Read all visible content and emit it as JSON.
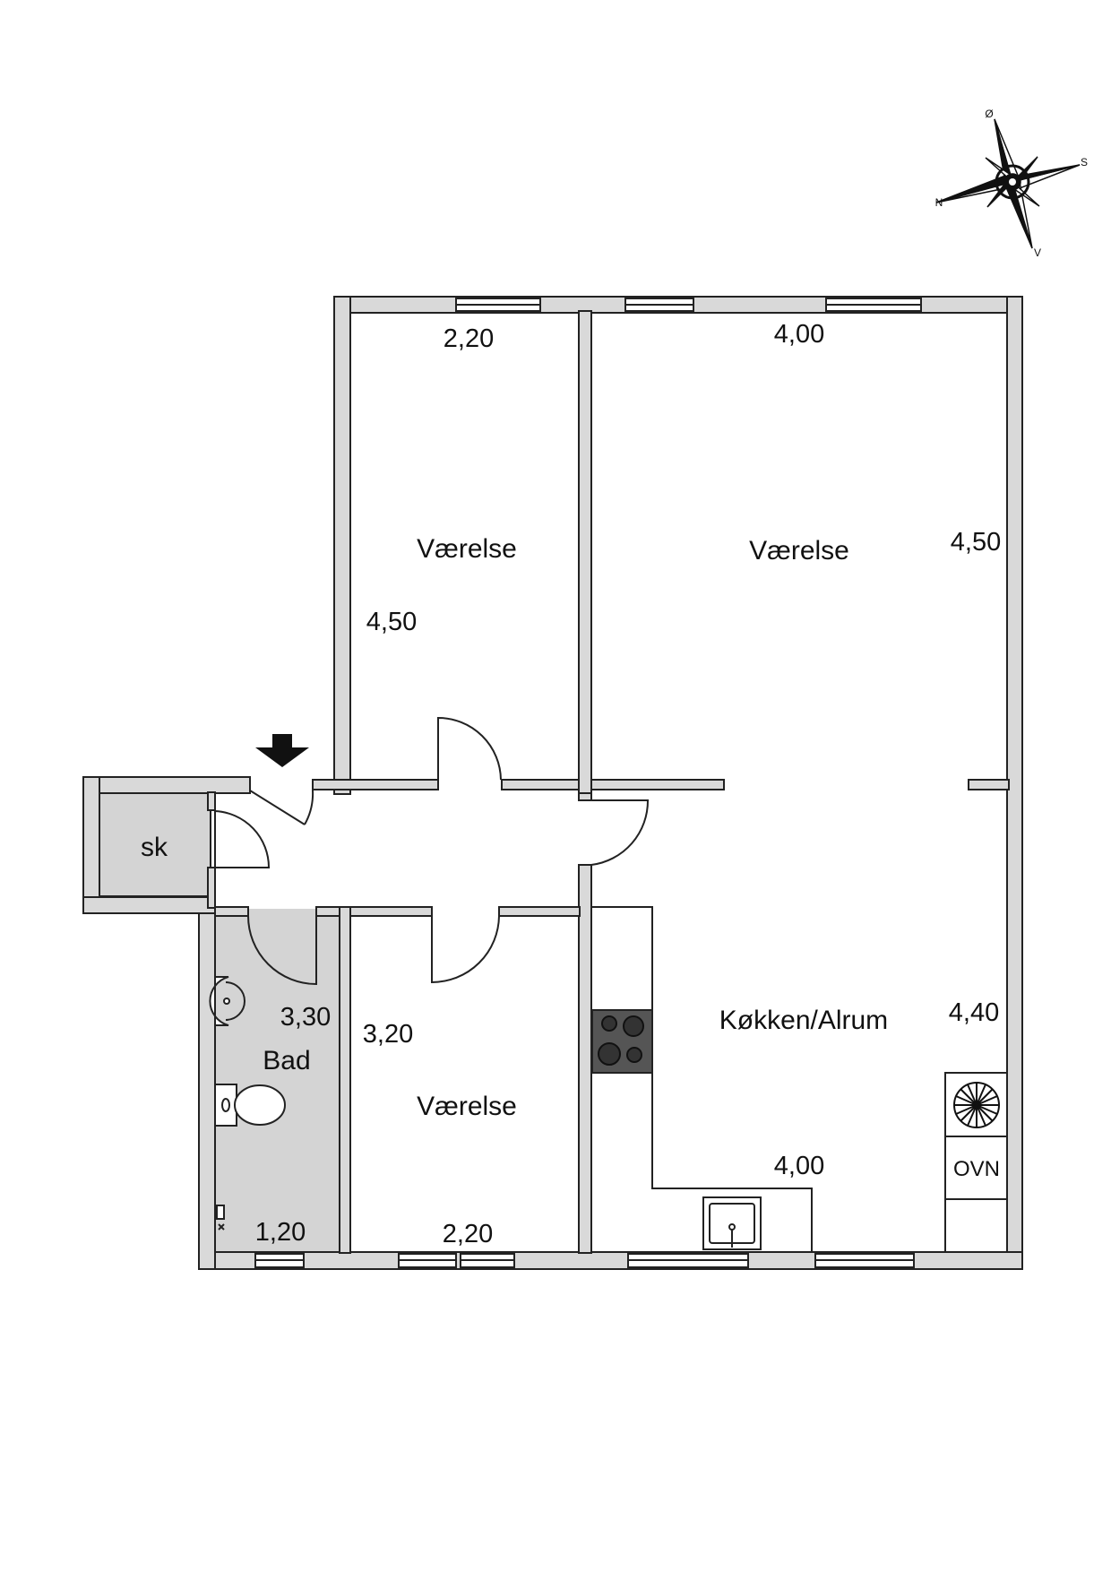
{
  "compass": {
    "north": "N",
    "south": "S",
    "east": "Ø",
    "west": "V"
  },
  "rooms": {
    "bedroom_top_left": "Værelse",
    "bedroom_top_right": "Værelse",
    "bedroom_bottom": "Værelse",
    "kitchen": "Køkken/Alrum",
    "bathroom": "Bad",
    "closet": "sk"
  },
  "dimensions": {
    "bedroom_top_left_width": "2,20",
    "bedroom_top_left_depth": "4,50",
    "bedroom_top_right_width": "4,00",
    "bedroom_top_right_depth": "4,50",
    "bathroom_depth": "3,30",
    "bathroom_width": "1,20",
    "bedroom_bottom_depth": "3,20",
    "bedroom_bottom_width": "2,20",
    "kitchen_depth": "4,40",
    "kitchen_width": "4,00"
  },
  "appliances": {
    "oven": "OVN"
  },
  "colors": {
    "wall_fill": "#d9d9d9",
    "wet_room_fill": "#d4d4d4",
    "stroke": "#222222",
    "hob_fill": "#555555"
  }
}
